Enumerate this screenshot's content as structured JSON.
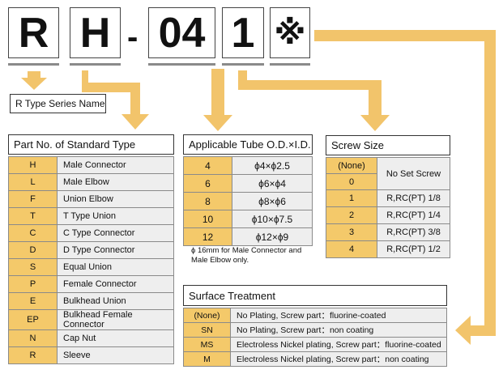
{
  "code": {
    "chars": [
      "R",
      "H",
      "-",
      "04",
      "1",
      "※"
    ]
  },
  "series": {
    "label": "R Type Series Name"
  },
  "standard_type": {
    "title": "Part No. of Standard Type",
    "rows": [
      {
        "code": "H",
        "name": "Male Connector"
      },
      {
        "code": "L",
        "name": "Male Elbow"
      },
      {
        "code": "F",
        "name": "Union Elbow"
      },
      {
        "code": "T",
        "name": "T Type Union"
      },
      {
        "code": "C",
        "name": "C Type Connector"
      },
      {
        "code": "D",
        "name": "D Type Connector"
      },
      {
        "code": "S",
        "name": "Equal Union"
      },
      {
        "code": "P",
        "name": "Female Connector"
      },
      {
        "code": "E",
        "name": "Bulkhead Union"
      },
      {
        "code": "EP",
        "name": "Bulkhead Female Connector"
      },
      {
        "code": "N",
        "name": "Cap Nut"
      },
      {
        "code": "R",
        "name": "Sleeve"
      }
    ]
  },
  "tube": {
    "title": "Applicable Tube O.D.×I.D.",
    "rows": [
      {
        "code": "4",
        "size": "ϕ4×ϕ2.5"
      },
      {
        "code": "6",
        "size": "ϕ6×ϕ4"
      },
      {
        "code": "8",
        "size": "ϕ8×ϕ6"
      },
      {
        "code": "10",
        "size": "ϕ10×ϕ7.5"
      },
      {
        "code": "12",
        "size": "ϕ12×ϕ9"
      }
    ],
    "note_line1": "ϕ 16mm for Male Connector and",
    "note_line2": "Male Elbow only."
  },
  "screw": {
    "title": "Screw Size",
    "none_label": "(None)",
    "rows": [
      {
        "code": "0",
        "size": "No Set Screw"
      },
      {
        "code": "1",
        "size": "R,RC(PT) 1/8"
      },
      {
        "code": "2",
        "size": "R,RC(PT) 1/4"
      },
      {
        "code": "3",
        "size": "R,RC(PT) 3/8"
      },
      {
        "code": "4",
        "size": "R,RC(PT) 1/2"
      }
    ]
  },
  "surface": {
    "title": "Surface Treatment",
    "rows": [
      {
        "code": "(None)",
        "desc": "No Plating, Screw part：fluorine-coated"
      },
      {
        "code": "SN",
        "desc": "No Plating, Screw part：non coating"
      },
      {
        "code": "MS",
        "desc": "Electroless Nickel plating, Screw part：fluorine-coated"
      },
      {
        "code": "M",
        "desc": "Electroless Nickel plating, Screw part：non coating"
      }
    ]
  },
  "colors": {
    "accent": "#f4c96a",
    "arrow": "#f2c46b",
    "cell_gray": "#eeeeee"
  }
}
